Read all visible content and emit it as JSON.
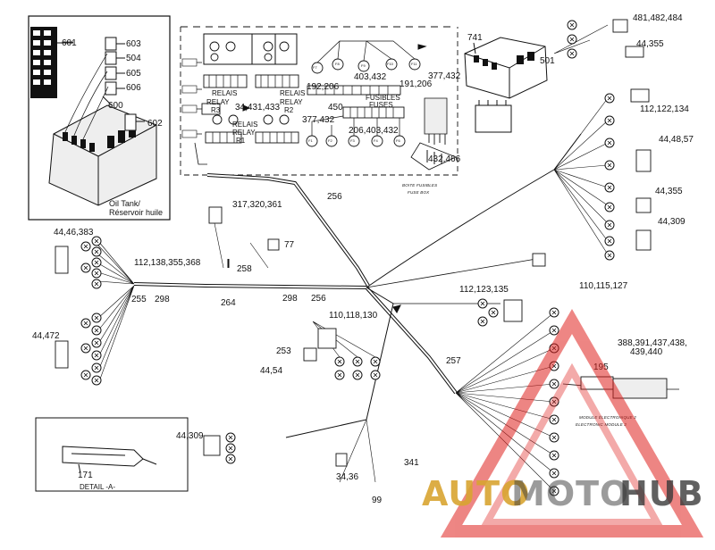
{
  "watermark": {
    "auto": "AUTO",
    "moto": "MOTO",
    "hub": "HUB",
    "accent_color": "#e0221f",
    "gold_color": "#d9a531",
    "dark_color": "#3a3a3a"
  },
  "callouts": {
    "c601": "601",
    "c603": "603",
    "c504": "504",
    "c605": "605",
    "c606": "606",
    "c600": "600",
    "c602": "602",
    "tank_en": "Oil Tank/",
    "tank_fr": "Réservoir huile",
    "c741": "741",
    "c501": "501",
    "c481": "481,482,484",
    "c44355a": "44,355",
    "c377a": "377,432",
    "c192": "192,206",
    "c403": "403,432",
    "c191": "191,206",
    "c450": "450",
    "c377b": "377,432",
    "c206": "206,403,432",
    "c432": "432,466",
    "c34": "34,431,433",
    "relais_r3": "RELAIS",
    "relay_r3": "RELAY",
    "r3": "R3",
    "relais_r2": "RELAIS",
    "relay_r2": "RELAY",
    "r2": "R2",
    "relais_r1": "RELAIS",
    "relay_r1": "RELAY",
    "r1": "R1",
    "fusibles": "FUSIBLES",
    "fuses": "FUSES",
    "f7": "F7",
    "f8": "F8",
    "f9": "F9",
    "f10": "F10",
    "f11": "F11",
    "f1": "F1",
    "f2": "F2",
    "f3": "F3",
    "f4": "F4",
    "f6": "F6",
    "c112a": "112,122,134",
    "c4448": "44,48,57",
    "c44355b": "44,355",
    "c44309a": "44,309",
    "c317": "317,320,361",
    "c256a": "256",
    "c256b": "256",
    "c77": "77",
    "c258": "258",
    "c4446": "44,46,383",
    "c112b": "112,138,355,368",
    "c255": "255",
    "c298a": "298",
    "c264": "264",
    "c298b": "298",
    "c110a": "110,115,127",
    "c112c": "112,123,135",
    "c110b": "110,118,130",
    "c253": "253",
    "c4454": "44,54",
    "c257": "257",
    "c44472": "44,472",
    "c388": "388,391,437,438,",
    "c439": "439,440",
    "c195": "195",
    "c44309b": "44,309",
    "c171": "171",
    "detail_a": "DETAIL  -A-",
    "c3436": "34,36",
    "c341": "341",
    "c99": "99",
    "fuse_box_fr": "BOITE FUSIBLES",
    "fuse_box_en": "FUSE BOX",
    "module_fr": "MODULE ÉLECTRONIQUE 2",
    "module_en": "ELECTRONIC MODULE 2"
  },
  "icons": {
    "arrow": "arrow-icon",
    "connector": "connector-icon"
  }
}
